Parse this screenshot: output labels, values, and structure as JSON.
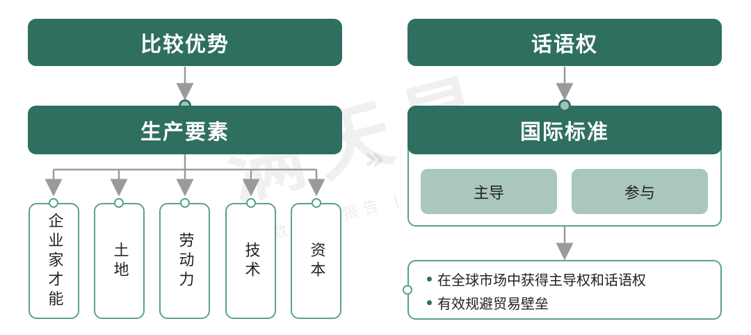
{
  "left": {
    "top_title": "比较优势",
    "middle_title": "生产要素",
    "factors": [
      "企业家才能",
      "土地",
      "劳动力",
      "技术",
      "资本"
    ]
  },
  "right": {
    "top_title": "话语权",
    "middle_title": "国际标准",
    "sub_items": [
      "主导",
      "参与"
    ],
    "bullets": [
      "在全球市场中获得主导权和话语权",
      "有效规避贸易壁垒"
    ]
  },
  "watermark": {
    "brand": "满天星",
    "tagline": "数据 | 报告 | 政策 | 专家"
  },
  "colors": {
    "dark_green": "#2f6f60",
    "border_green": "#58a08c",
    "light_green": "#a9c7be",
    "connector_gray": "#9a9a9a"
  }
}
